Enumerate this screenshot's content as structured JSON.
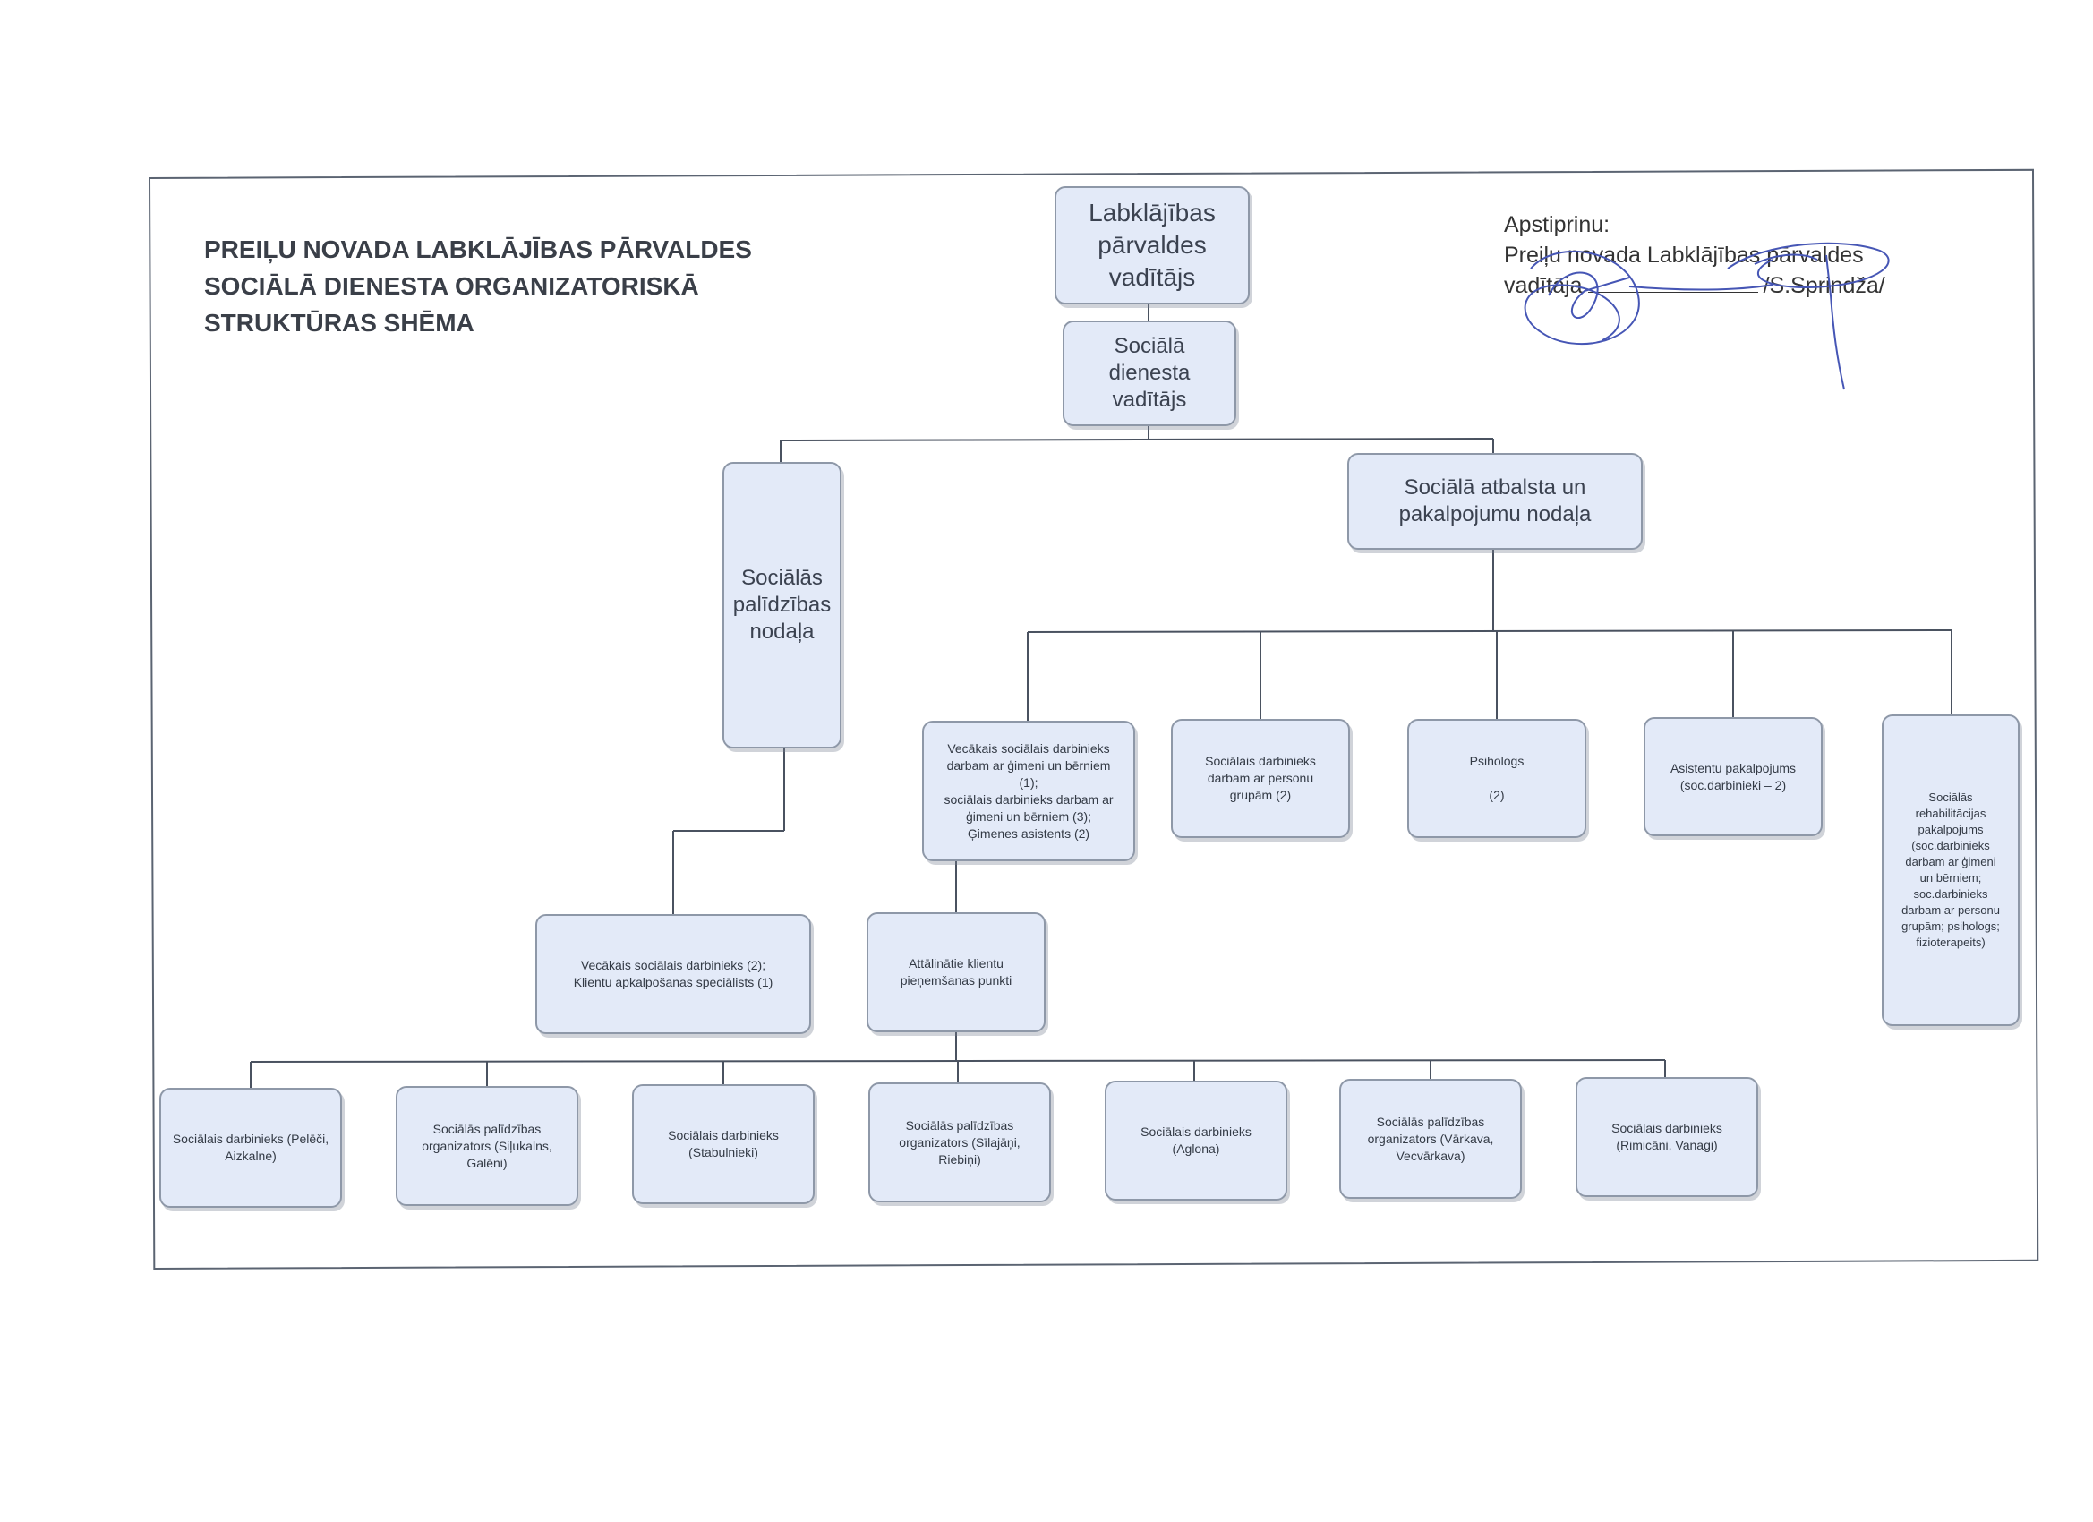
{
  "title": "PREIĻU NOVADA LABKLĀJĪBAS PĀRVALDES\nSOCIĀLĀ DIENESTA ORGANIZATORISKĀ\nSTRUKTŪRAS SHĒMA",
  "approval": {
    "line1": "Apstiprinu:",
    "line2": "Preiļu novada Labklājības pārvaldes",
    "line3_label": "vadītāja",
    "line3_name": "/S.Sprindža/"
  },
  "nodes": {
    "director": "Labklājības\npārvaldes\nvadītājs",
    "service_head": "Sociālā\ndienesta\nvadītājs",
    "assistance_dept": "Sociālās\npalīdzības\nnodaļa",
    "support_dept": "Sociālā atbalsta un\npakalpojumu nodaļa",
    "family_workers": "Vecākais sociālais darbinieks\ndarbam ar ģimeni un bērniem\n(1);\nsociālais darbinieks darbam ar\nģimeni un bērniem (3);\nĢimenes asistents (2)",
    "group_worker": "Sociālais darbinieks\ndarbam ar personu\ngrupām (2)",
    "psychologist": "Psihologs\n\n(2)",
    "assistant_service": "Asistentu pakalpojums\n(soc.darbinieki – 2)",
    "rehab_service": "Sociālās\nrehabilitācijas\npakalpojums\n(soc.darbinieks\ndarbam ar ģimeni\nun bērniem;\nsoc.darbinieks\ndarbam ar personu\ngrupām; psihologs;\nfizioterapeits)",
    "senior_specialist": "Vecākais sociālais darbinieks (2);\nKlientu apkalpošanas speciālists (1)",
    "remote_points": "Attālinātie klientu\npieņemšanas punkti",
    "p1": "Sociālais darbinieks (Pelēči,\nAizkalne)",
    "p2": "Sociālās palīdzības\norganizators (Siļukalns,\nGalēni)",
    "p3": "Sociālais darbinieks\n(Stabulnieki)",
    "p4": "Sociālās palīdzības\norganizators (Sīlajāņi,\nRiebiņi)",
    "p5": "Sociālais darbinieks\n(Aglona)",
    "p6": "Sociālās palīdzības\norganizators (Vārkava,\nVecvārkava)",
    "p7": "Sociālais darbinieks\n(Rimicāni, Vanagi)"
  }
}
